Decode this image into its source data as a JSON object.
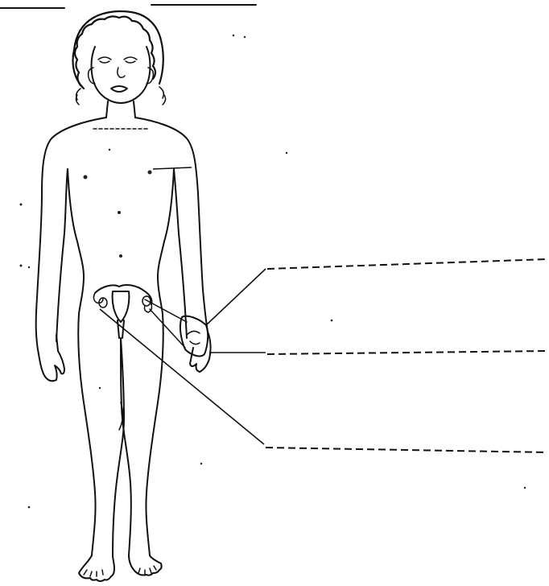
{
  "figure": {
    "subject": "girl-outline-reproductive-system",
    "label_blanks": [
      {
        "id": "upper",
        "value": ""
      },
      {
        "id": "middle",
        "value": ""
      },
      {
        "id": "lower",
        "value": ""
      }
    ],
    "ink_color": "#111111",
    "paper_color": "#ffffff"
  }
}
